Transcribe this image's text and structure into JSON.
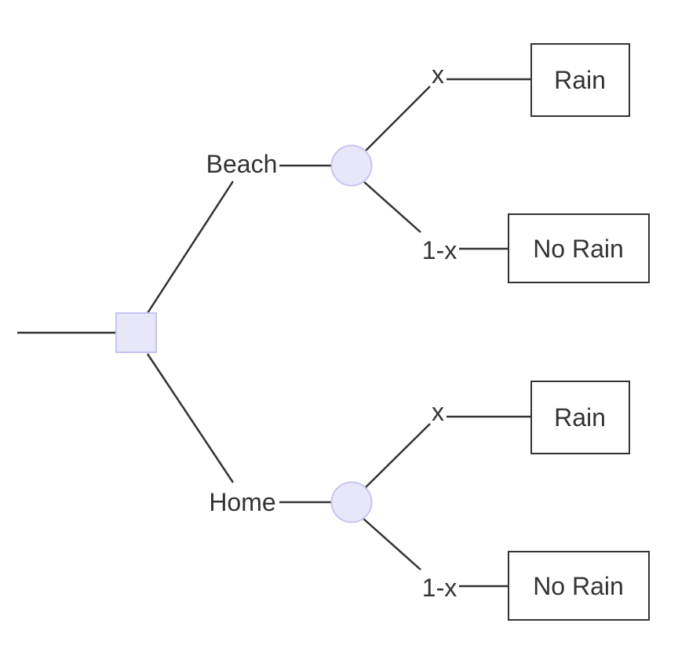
{
  "diagram": {
    "kind": "decision-tree",
    "background": "#ffffff",
    "colors": {
      "node_fill": "#e8e7fa",
      "node_stroke": "#c6c3f0",
      "edge": "#333333",
      "box_fill": "#ffffff",
      "box_stroke": "#333333",
      "text": "#333333"
    },
    "root": {
      "type": "decision"
    },
    "branches": [
      {
        "label": "Beach",
        "chance_node": "circle",
        "outcomes": [
          {
            "probability": "x",
            "result": "Rain"
          },
          {
            "probability": "1-x",
            "result": "No Rain"
          }
        ]
      },
      {
        "label": "Home",
        "chance_node": "circle",
        "outcomes": [
          {
            "probability": "x",
            "result": "Rain"
          },
          {
            "probability": "1-x",
            "result": "No Rain"
          }
        ]
      }
    ]
  }
}
